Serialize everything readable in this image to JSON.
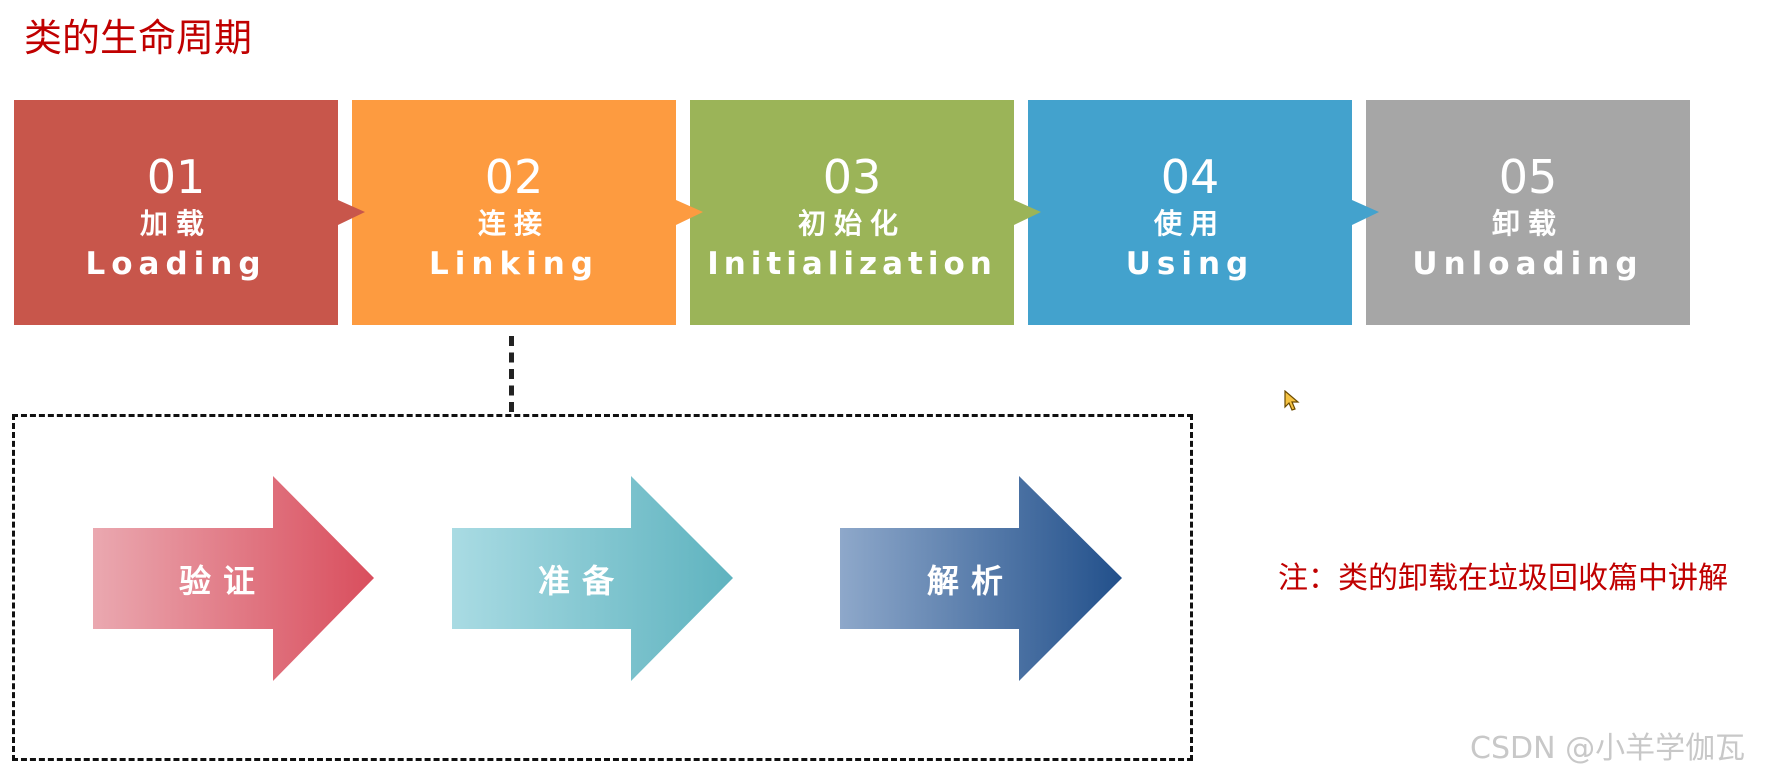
{
  "title": "类的生命周期",
  "stages": [
    {
      "number": "01",
      "label_cn": "加载",
      "label_en": "Loading",
      "color": "#c8564b"
    },
    {
      "number": "02",
      "label_cn": "连接",
      "label_en": "Linking",
      "color": "#fd9b40"
    },
    {
      "number": "03",
      "label_cn": "初始化",
      "label_en": "Initialization",
      "color": "#9bb458"
    },
    {
      "number": "04",
      "label_cn": "使用",
      "label_en": "Using",
      "color": "#43a2cd"
    },
    {
      "number": "05",
      "label_cn": "卸载",
      "label_en": "Unloading",
      "color": "#a6a6a6"
    }
  ],
  "linking_substeps": [
    {
      "label": "验证",
      "color_start": "#eaa8b0",
      "color_end": "#d94e5d"
    },
    {
      "label": "准备",
      "color_start": "#a9dbe3",
      "color_end": "#5fb3bf"
    },
    {
      "label": "解析",
      "color_start": "#8ea8ca",
      "color_end": "#22508b"
    }
  ],
  "note": "注：类的卸载在垃圾回收篇中讲解",
  "watermark": "CSDN @小羊学伽瓦",
  "icons": {
    "cursor": "mouse-cursor-icon"
  }
}
